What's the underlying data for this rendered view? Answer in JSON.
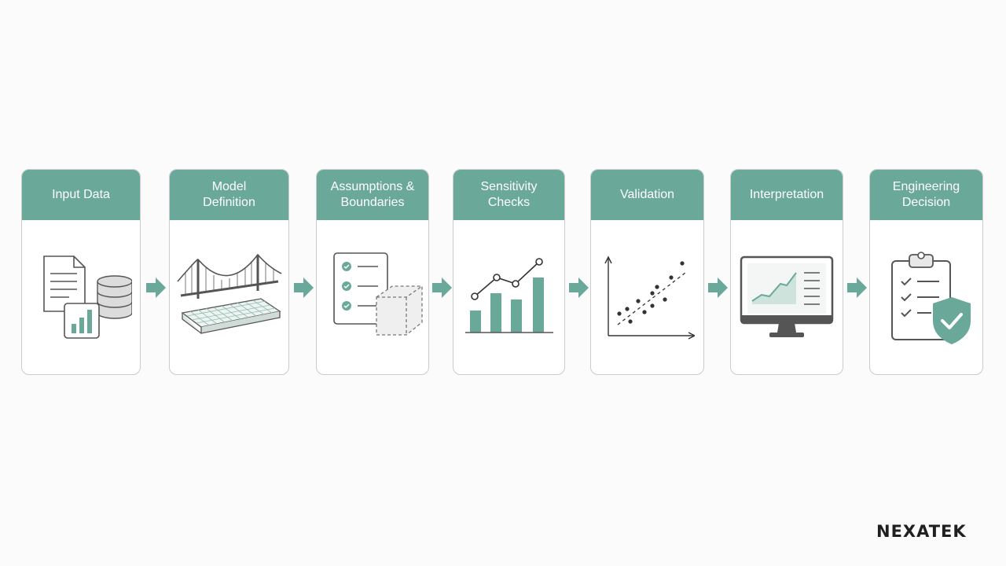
{
  "steps": [
    {
      "label": "Input Data"
    },
    {
      "label": "Model\nDefinition"
    },
    {
      "label": "Assumptions &\nBoundaries"
    },
    {
      "label": "Sensitivity\nChecks"
    },
    {
      "label": "Validation"
    },
    {
      "label": "Interpretation"
    },
    {
      "label": "Engineering\nDecision"
    }
  ],
  "brand": {
    "logo_text": "NEXATEK"
  },
  "colors": {
    "accent": "#6aa89a",
    "icon_stroke": "#555555",
    "card_border": "#c9cccb"
  }
}
